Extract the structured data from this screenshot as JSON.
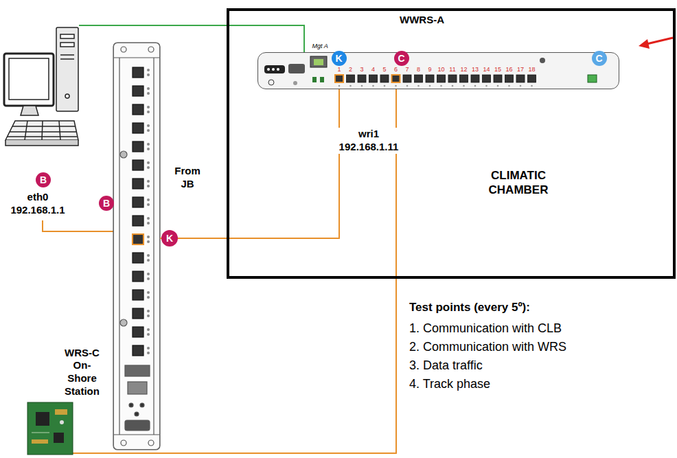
{
  "diagram": {
    "nodes": [
      {
        "text": [
          "CLIMATIC CHAMBER"
        ]
      },
      {
        "text": [
          "WWRS-A",
          "Mgt A"
        ],
        "in": 0
      },
      {
        "text": [
          "K"
        ],
        "in": 1
      },
      {
        "text": [
          "C"
        ],
        "in": 1
      },
      {
        "text": [
          "C"
        ],
        "in": 1
      },
      {
        "text": [
          "WRS-C On-Shore Station"
        ]
      },
      {
        "text": [
          "K"
        ]
      },
      {
        "text": [
          "B"
        ]
      },
      {
        "text": [
          "B"
        ]
      }
    ],
    "edges": [
      {
        "from": 5,
        "to": 1,
        "arrow": "none"
      }
    ],
    "labels": [
      "eth0 192.168.1.1",
      "From JB",
      "wri1 192.168.1.11",
      "1",
      "2",
      "3",
      "4",
      "5",
      "6",
      "7",
      "8",
      "9",
      "10",
      "11",
      "12",
      "13",
      "14",
      "15",
      "16",
      "17",
      "18",
      "Test points (every 5º):",
      "1. Communication with CLB",
      "2. Communication with WRS",
      "3. Data traffic",
      "4. Track phase"
    ]
  }
}
